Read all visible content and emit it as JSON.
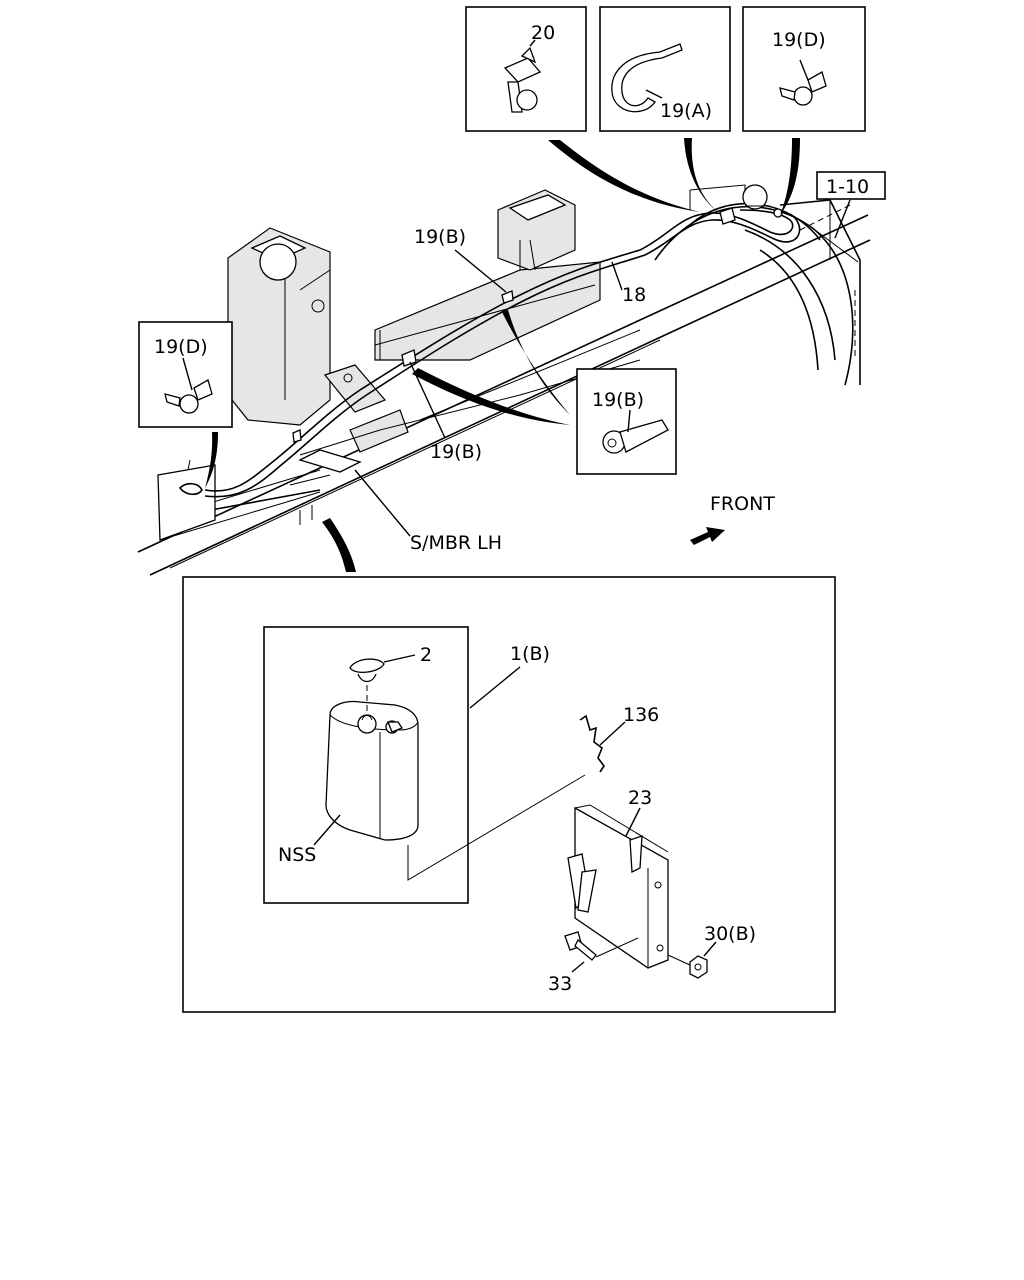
{
  "diagram": {
    "labels": {
      "part_20": "20",
      "part_19a": "19(A)",
      "part_19d_top": "19(D)",
      "ref_1_10": "1-10",
      "part_19b_upper": "19(B)",
      "part_18": "18",
      "part_19d_left": "19(D)",
      "part_19b_inset": "19(B)",
      "part_19b_lower": "19(B)",
      "front": "FRONT",
      "s_mbr": "S/MBR LH",
      "part_2": "2",
      "part_1b": "1(B)",
      "part_136": "136",
      "part_23": "23",
      "nss": "NSS",
      "part_30b": "30(B)",
      "part_33": "33"
    }
  }
}
